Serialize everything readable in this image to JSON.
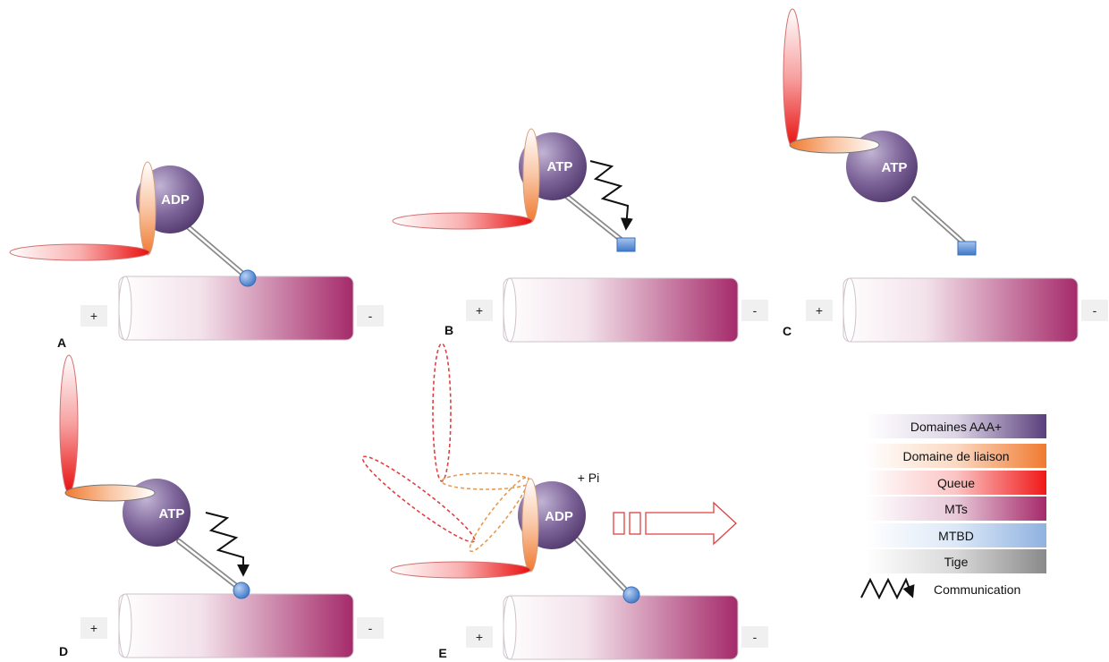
{
  "panels": [
    {
      "id": "A",
      "label": "A",
      "nucleotide": "ADP",
      "plus": "+",
      "minus": "-"
    },
    {
      "id": "B",
      "label": "B",
      "nucleotide": "ATP",
      "plus": "+",
      "minus": "-"
    },
    {
      "id": "C",
      "label": "C",
      "nucleotide": "ATP",
      "plus": "+",
      "minus": "-"
    },
    {
      "id": "D",
      "label": "D",
      "nucleotide": "ATP",
      "plus": "+",
      "minus": "-"
    },
    {
      "id": "E",
      "label": "E",
      "nucleotide": "ADP",
      "plus": "+",
      "minus": "-",
      "annotation": "+ Pi"
    }
  ],
  "legend": {
    "items": [
      {
        "label": "Domaines AAA+",
        "color_from": "#ffffff",
        "color_to": "#5a3f7c"
      },
      {
        "label": "Domaine de liaison",
        "color_from": "#ffffff",
        "color_to": "#f07a30"
      },
      {
        "label": "Queue",
        "color_from": "#ffffff",
        "color_to": "#f01818"
      },
      {
        "label": "MTs",
        "color_from": "#ffffff",
        "color_to": "#a52a6a"
      },
      {
        "label": "MTBD",
        "color_from": "#ffffff",
        "color_to": "#8fb2e0"
      },
      {
        "label": "Tige",
        "color_from": "#ffffff",
        "color_to": "#8a8a8a"
      }
    ],
    "communication_label": "Communication"
  },
  "colors": {
    "aaa": "#5a3f7c",
    "linker": "#f07a30",
    "tail": "#f01818",
    "mt": "#a52a6a",
    "mtbd": "#5b8fd6",
    "stalk": "#8a8a8a"
  }
}
